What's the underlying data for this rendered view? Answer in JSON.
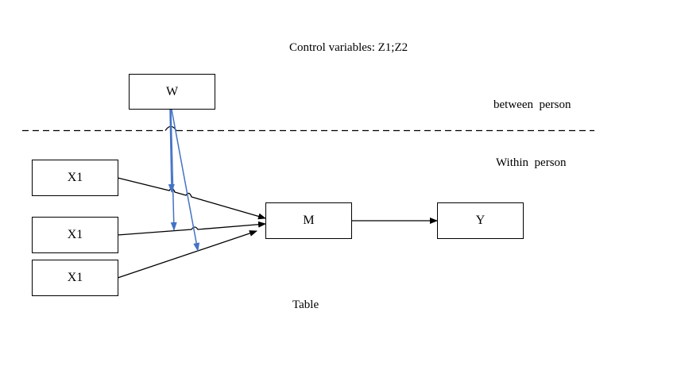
{
  "title": "Control variables: Z1;Z2",
  "levels": {
    "between": "between  person",
    "within": "Within  person"
  },
  "caption": "Table",
  "nodes": {
    "w": "W",
    "x1_a": "X1",
    "x1_b": "X1",
    "x1_c": "X1",
    "m": "M",
    "y": "Y"
  },
  "edges": [
    {
      "from": "x1_a",
      "to": "m",
      "color": "#000000"
    },
    {
      "from": "x1_b",
      "to": "m",
      "color": "#000000"
    },
    {
      "from": "x1_c",
      "to": "m",
      "color": "#000000"
    },
    {
      "from": "m",
      "to": "y",
      "color": "#000000"
    },
    {
      "from": "w",
      "to": "edge:x1_a-m",
      "color": "#4472C4"
    },
    {
      "from": "w",
      "to": "edge:x1_b-m",
      "color": "#4472C4"
    },
    {
      "from": "w",
      "to": "edge:x1_c-m",
      "color": "#4472C4"
    }
  ],
  "colors": {
    "moderator_arrow": "#4472C4",
    "path_arrow": "#000000",
    "level_divider": "#000000"
  }
}
